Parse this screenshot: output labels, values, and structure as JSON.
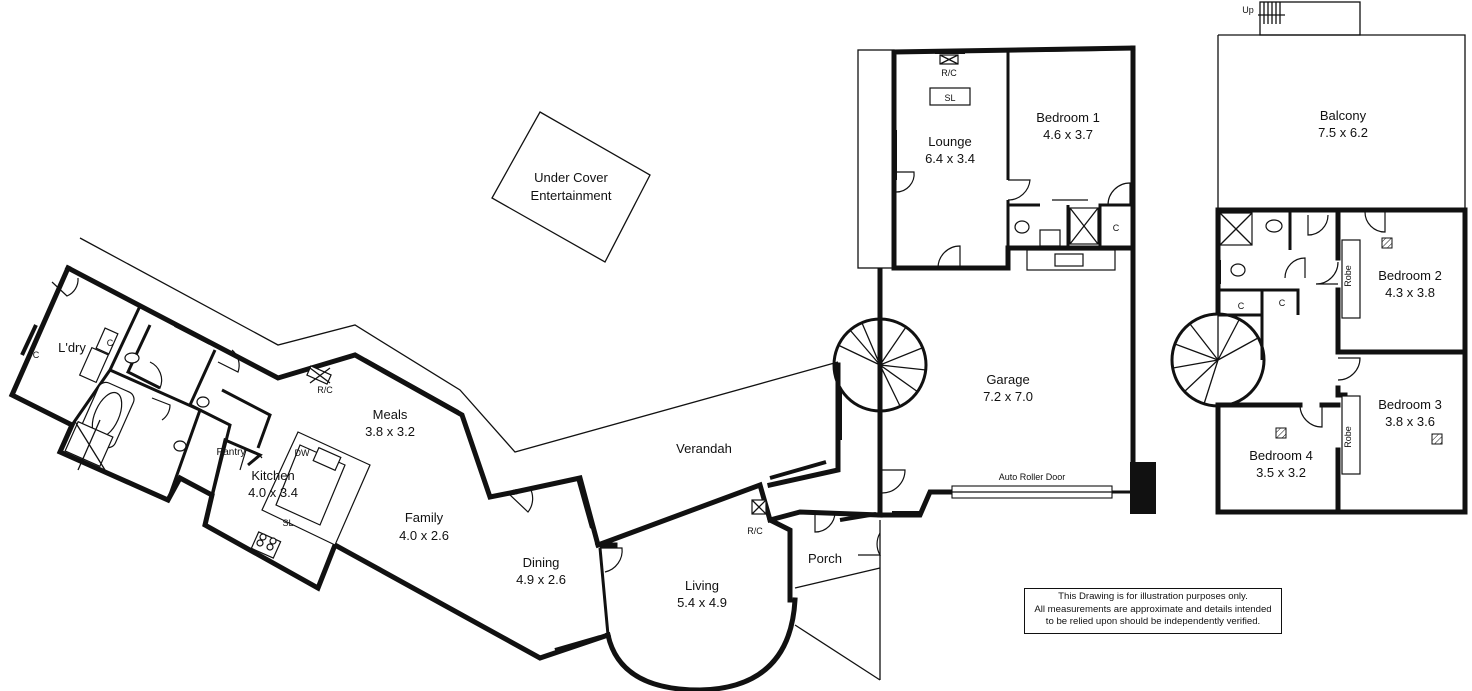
{
  "rooms": {
    "lounge": {
      "name": "Lounge",
      "size": "6.4 x 3.4"
    },
    "bedroom1": {
      "name": "Bedroom 1",
      "size": "4.6 x 3.7"
    },
    "balcony": {
      "name": "Balcony",
      "size": "7.5 x 6.2"
    },
    "bedroom2": {
      "name": "Bedroom 2",
      "size": "4.3 x 3.8"
    },
    "bedroom3": {
      "name": "Bedroom 3",
      "size": "3.8 x 3.6"
    },
    "bedroom4": {
      "name": "Bedroom 4",
      "size": "3.5 x 3.2"
    },
    "garage": {
      "name": "Garage",
      "size": "7.2 x 7.0"
    },
    "meals": {
      "name": "Meals",
      "size": "3.8 x 3.2"
    },
    "kitchen": {
      "name": "Kitchen",
      "size": "4.0 x 3.4"
    },
    "family": {
      "name": "Family",
      "size": "4.0 x 2.6"
    },
    "dining": {
      "name": "Dining",
      "size": "4.9 x 2.6"
    },
    "living": {
      "name": "Living",
      "size": "5.4 x 4.9"
    },
    "laundry": {
      "name": "L'dry"
    },
    "pantry": {
      "name": "Pantry"
    },
    "verandah": {
      "name": "Verandah"
    },
    "porch": {
      "name": "Porch"
    },
    "under_cover": {
      "line1": "Under Cover",
      "line2": "Entertainment"
    }
  },
  "labels": {
    "up": "Up",
    "rc": "R/C",
    "sl": "SL",
    "dw": "DW",
    "c": "C",
    "robe": "Robe",
    "auto_roller_door": "Auto Roller Door"
  },
  "disclaimer": {
    "line1": "This Drawing is for illustration purposes only.",
    "line2": "All measurements are approximate and details intended",
    "line3": "to be relied upon should be independently verified."
  }
}
